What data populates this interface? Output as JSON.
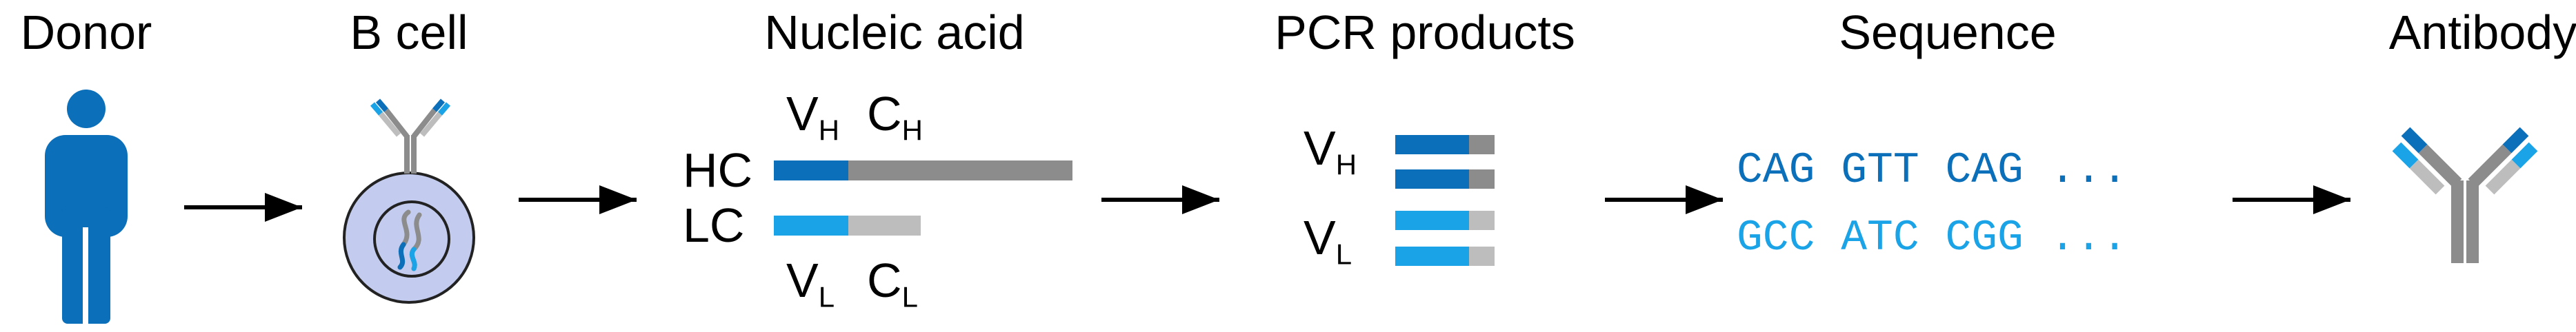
{
  "stages": {
    "donor": "Donor",
    "b_cell": "B cell",
    "nucleic_acid": "Nucleic acid",
    "pcr_products": "PCR products",
    "sequence": "Sequence",
    "antibody": "Antibody"
  },
  "nucleic_acid": {
    "hc_label": "HC",
    "lc_label": "LC",
    "vh_base": "V",
    "vh_sub": "H",
    "ch_base": "C",
    "ch_sub": "H",
    "vl_base": "V",
    "vl_sub": "L",
    "cl_base": "C",
    "cl_sub": "L"
  },
  "pcr": {
    "vh_base": "V",
    "vh_sub": "H",
    "vl_base": "V",
    "vl_sub": "L"
  },
  "sequence": {
    "heavy_line": "CAG GTT CAG ...",
    "light_line": "GCC ATC CGG ..."
  },
  "colors": {
    "dark_blue": "#0B6FBA",
    "light_blue": "#1AA3E6",
    "dark_gray": "#8C8C8C",
    "light_gray": "#BDBDBD",
    "cell_fill": "#C3CCEE",
    "cell_stroke": "#222222"
  }
}
